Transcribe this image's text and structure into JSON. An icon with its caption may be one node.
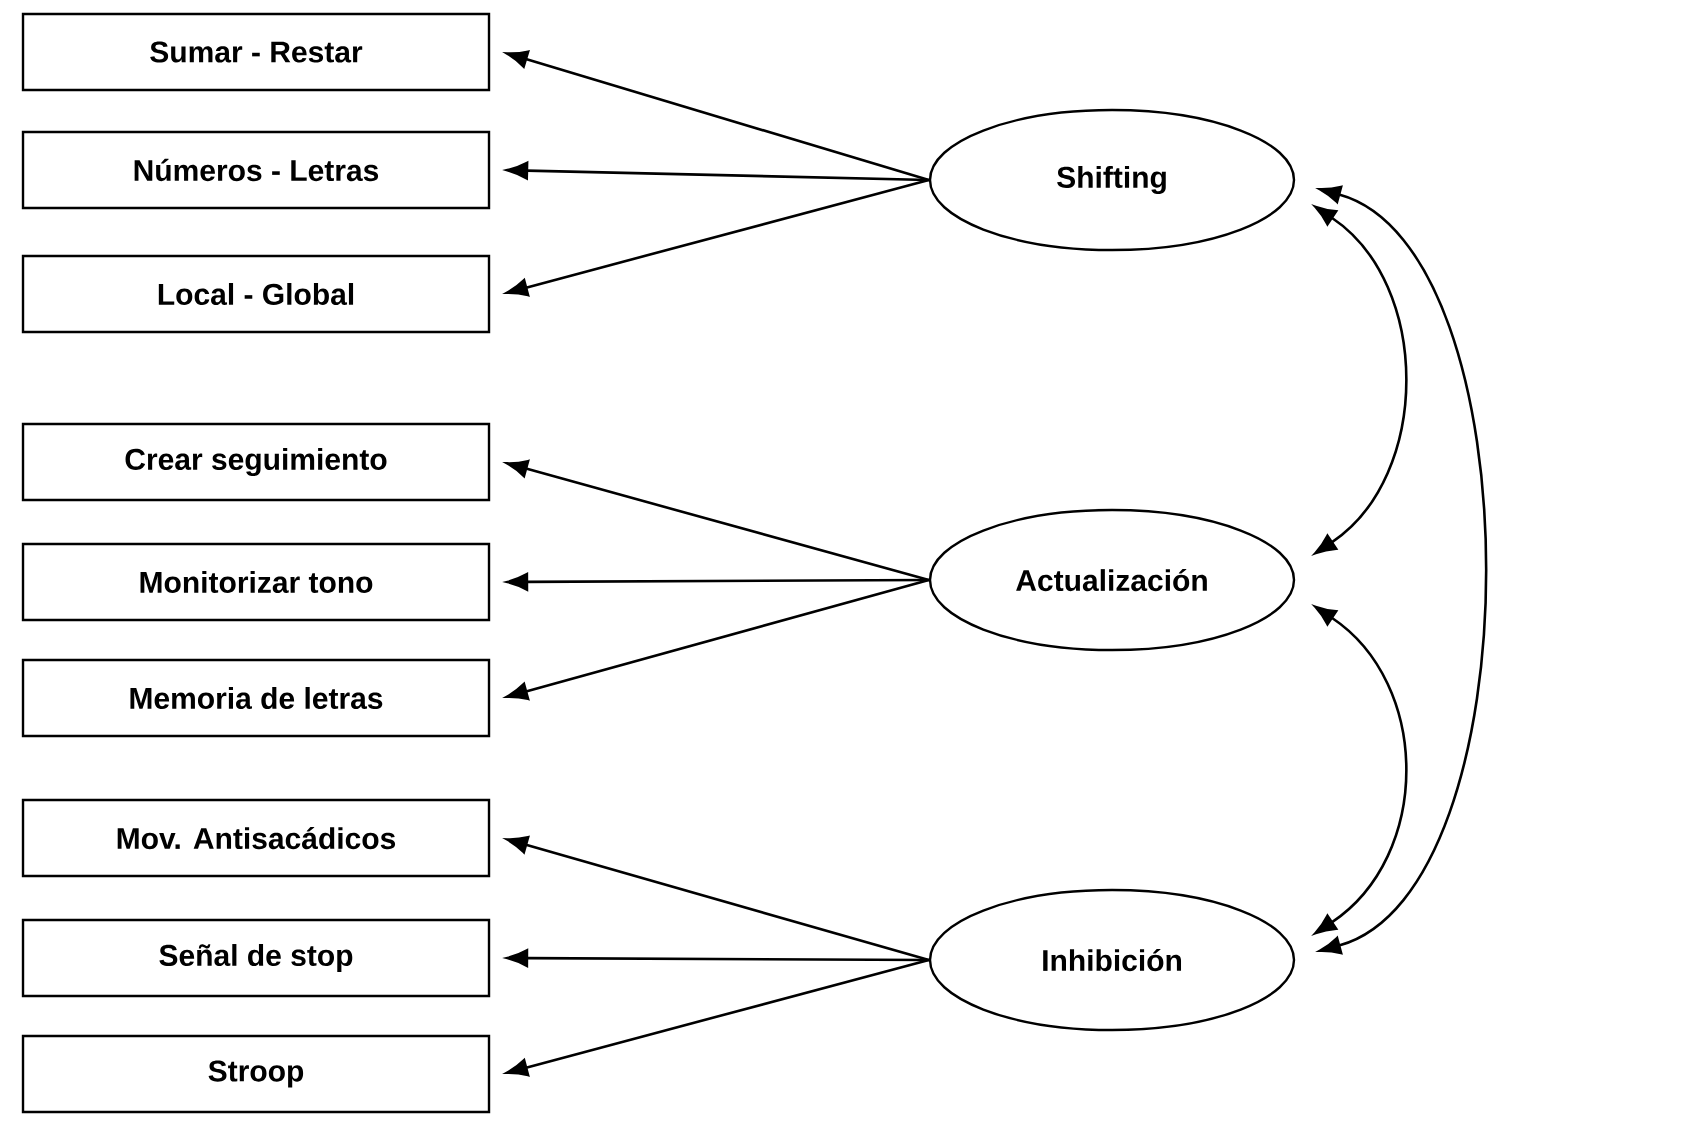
{
  "diagram": {
    "nodes": [
      {
        "text": [
          "Sumar - Restar"
        ]
      },
      {
        "text": [
          "Números - Letras"
        ]
      },
      {
        "text": [
          "Local - Global"
        ]
      },
      {
        "text": [
          "Crear seguimiento"
        ]
      },
      {
        "text": [
          "Monitorizar tono"
        ]
      },
      {
        "text": [
          "Memoria de letras"
        ]
      },
      {
        "text": [
          "Mov. Antisacádicos"
        ]
      },
      {
        "text": [
          "Señal de stop"
        ]
      },
      {
        "text": [
          "Stroop"
        ]
      },
      {
        "text": [
          "Shifting"
        ]
      },
      {
        "text": [
          "Actualización"
        ]
      },
      {
        "text": [
          "Inhibición"
        ]
      }
    ],
    "edges": [
      {
        "from": 9,
        "to": 0,
        "arrow": "to"
      },
      {
        "from": 9,
        "to": 1,
        "arrow": "to"
      },
      {
        "from": 9,
        "to": 2,
        "arrow": "to"
      },
      {
        "from": 10,
        "to": 3,
        "arrow": "to"
      },
      {
        "from": 10,
        "to": 4,
        "arrow": "to"
      },
      {
        "from": 10,
        "to": 5,
        "arrow": "to"
      },
      {
        "from": 11,
        "to": 6,
        "arrow": "to"
      },
      {
        "from": 11,
        "to": 7,
        "arrow": "to"
      },
      {
        "from": 11,
        "to": 8,
        "arrow": "to"
      },
      {
        "from": 9,
        "to": 10,
        "arrow": "both"
      },
      {
        "from": 10,
        "to": 11,
        "arrow": "both"
      },
      {
        "from": 9,
        "to": 11,
        "arrow": "both"
      }
    ]
  }
}
